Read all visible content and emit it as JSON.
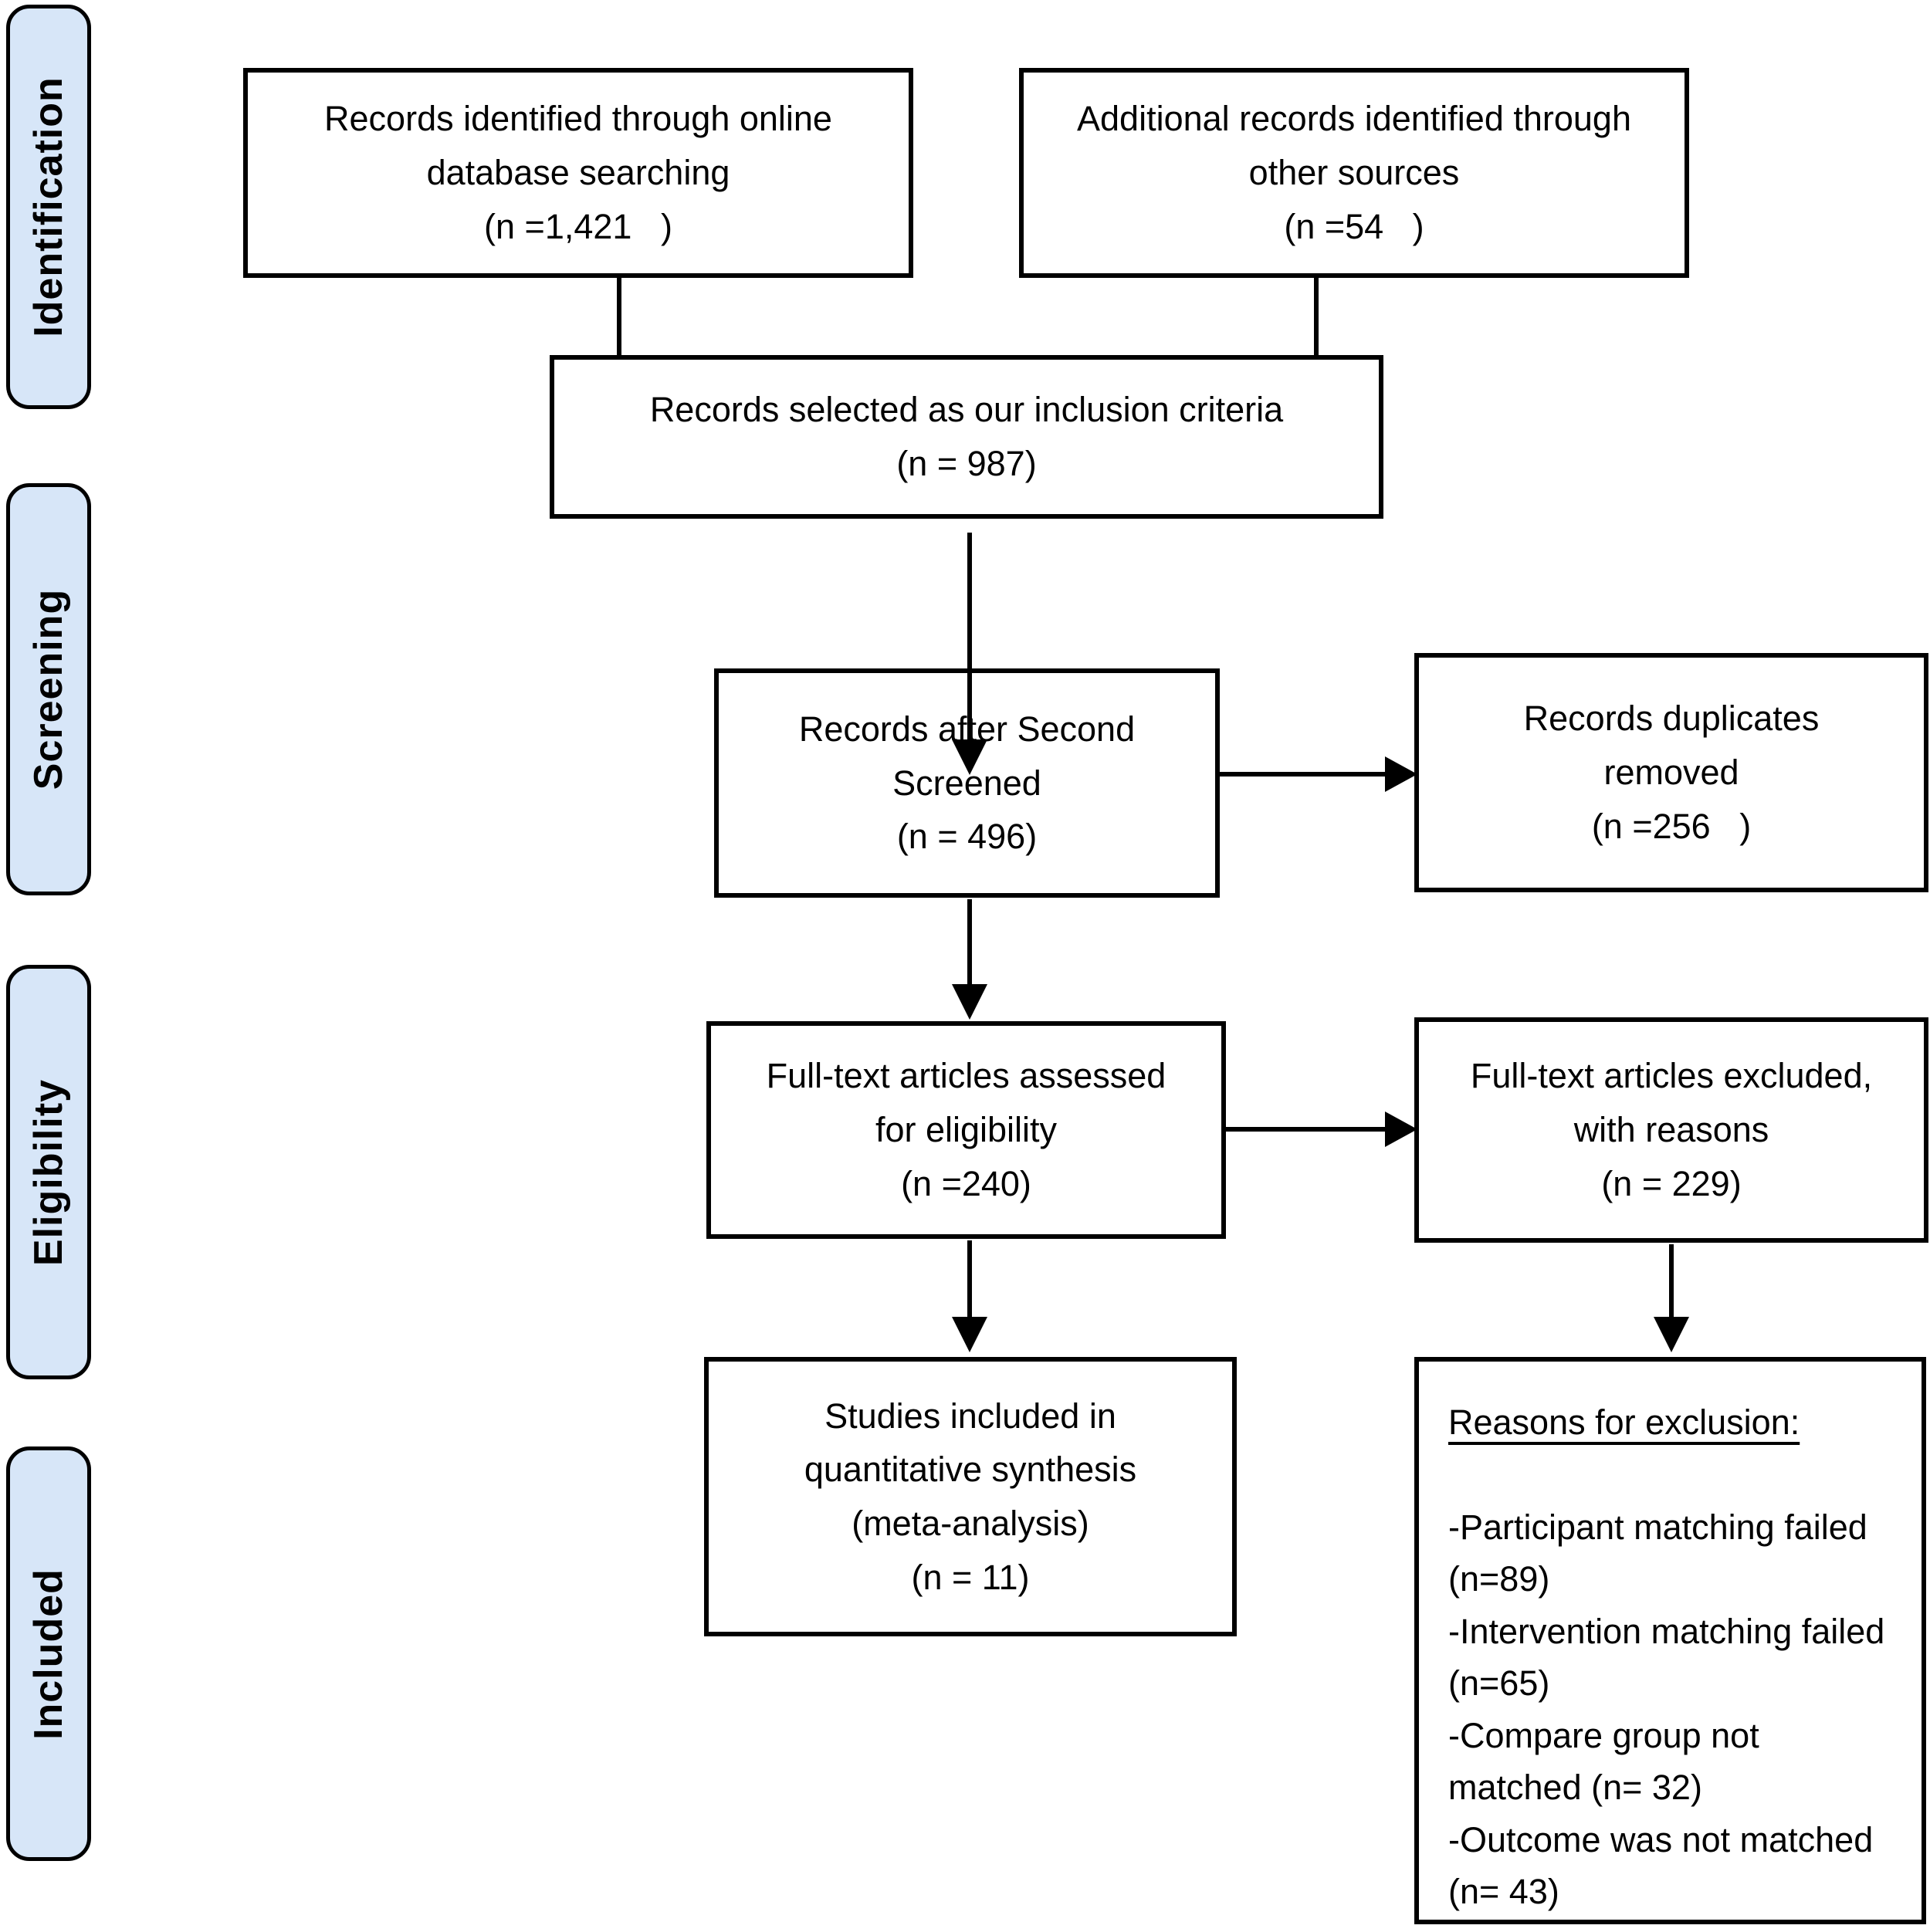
{
  "page": {
    "background": "#ffffff",
    "line_color": "#000000",
    "sidebar_fill": "#d7e6f8"
  },
  "sidebar": {
    "items": [
      {
        "label": "Identification"
      },
      {
        "label": "Screening"
      },
      {
        "label": "Eligibility"
      },
      {
        "label": "Included"
      }
    ]
  },
  "boxes": {
    "records_identified": {
      "lines": [
        "Records identified through online",
        "database searching",
        "(n =1,421   )"
      ]
    },
    "additional_records": {
      "lines": [
        "Additional records identified through",
        "other sources",
        "(n =54   )"
      ]
    },
    "records_selected": {
      "lines": [
        "Records selected as our inclusion criteria",
        "(n = 987)"
      ]
    },
    "records_screened": {
      "lines": [
        "Records after Second",
        "Screened",
        "(n = 496)"
      ]
    },
    "duplicates_removed": {
      "lines": [
        "Records duplicates",
        "removed",
        "(n =256   )"
      ]
    },
    "fulltext_assessed": {
      "lines": [
        "Full-text articles assessed",
        "for eligibility",
        "(n =240)"
      ]
    },
    "fulltext_excluded": {
      "lines": [
        "Full-text articles excluded,",
        "with reasons",
        "(n = 229)"
      ]
    },
    "studies_included": {
      "lines": [
        "Studies included in",
        "quantitative synthesis",
        "(meta-analysis)",
        "(n = 11)"
      ]
    },
    "reasons": {
      "title": "Reasons for exclusion:",
      "items": [
        "-Participant matching failed (n=89)",
        "-Intervention matching failed (n=65)",
        "-Compare group not matched (n= 32)",
        "-Outcome was not matched (n= 43)"
      ]
    }
  }
}
